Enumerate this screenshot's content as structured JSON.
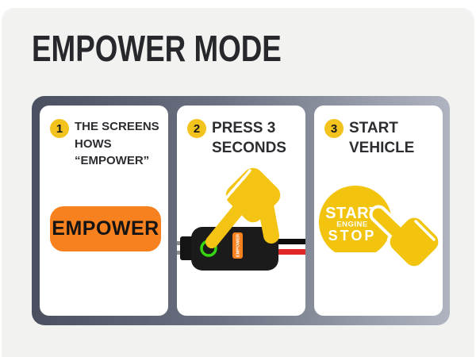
{
  "title": "EMPOWER MODE",
  "colors": {
    "page_background": "#ffffff",
    "card_background": "#f2f2f0",
    "frame_gradient_left": "#4a5060",
    "frame_gradient_right": "#b0b4c1",
    "panel_background": "#ffffff",
    "accent_yellow": "#f2c31c",
    "accent_orange": "#f8811f",
    "led_green": "#35d60f",
    "wire_red": "#e02626",
    "device_black": "#1b1b1b",
    "title_text": "#26282c"
  },
  "steps": [
    {
      "number": "1",
      "heading_lines": [
        "THE SCREENS",
        "HOWS",
        "“EMPOWER”"
      ],
      "button_label": "EMPOWER"
    },
    {
      "number": "2",
      "heading_lines": [
        "PRESS 3",
        "SECONDS"
      ],
      "device_label": "EMPOWER"
    },
    {
      "number": "3",
      "heading_lines": [
        "START",
        "VEHICLE"
      ],
      "start_button_lines": [
        "START",
        "ENGINE",
        "STOP"
      ]
    }
  ]
}
